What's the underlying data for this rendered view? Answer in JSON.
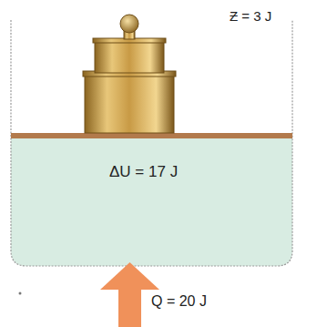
{
  "diagram": {
    "labels": [
      "Ƶ = 3 J",
      "ΔU = 17 J",
      "Q = 20 J"
    ]
  }
}
